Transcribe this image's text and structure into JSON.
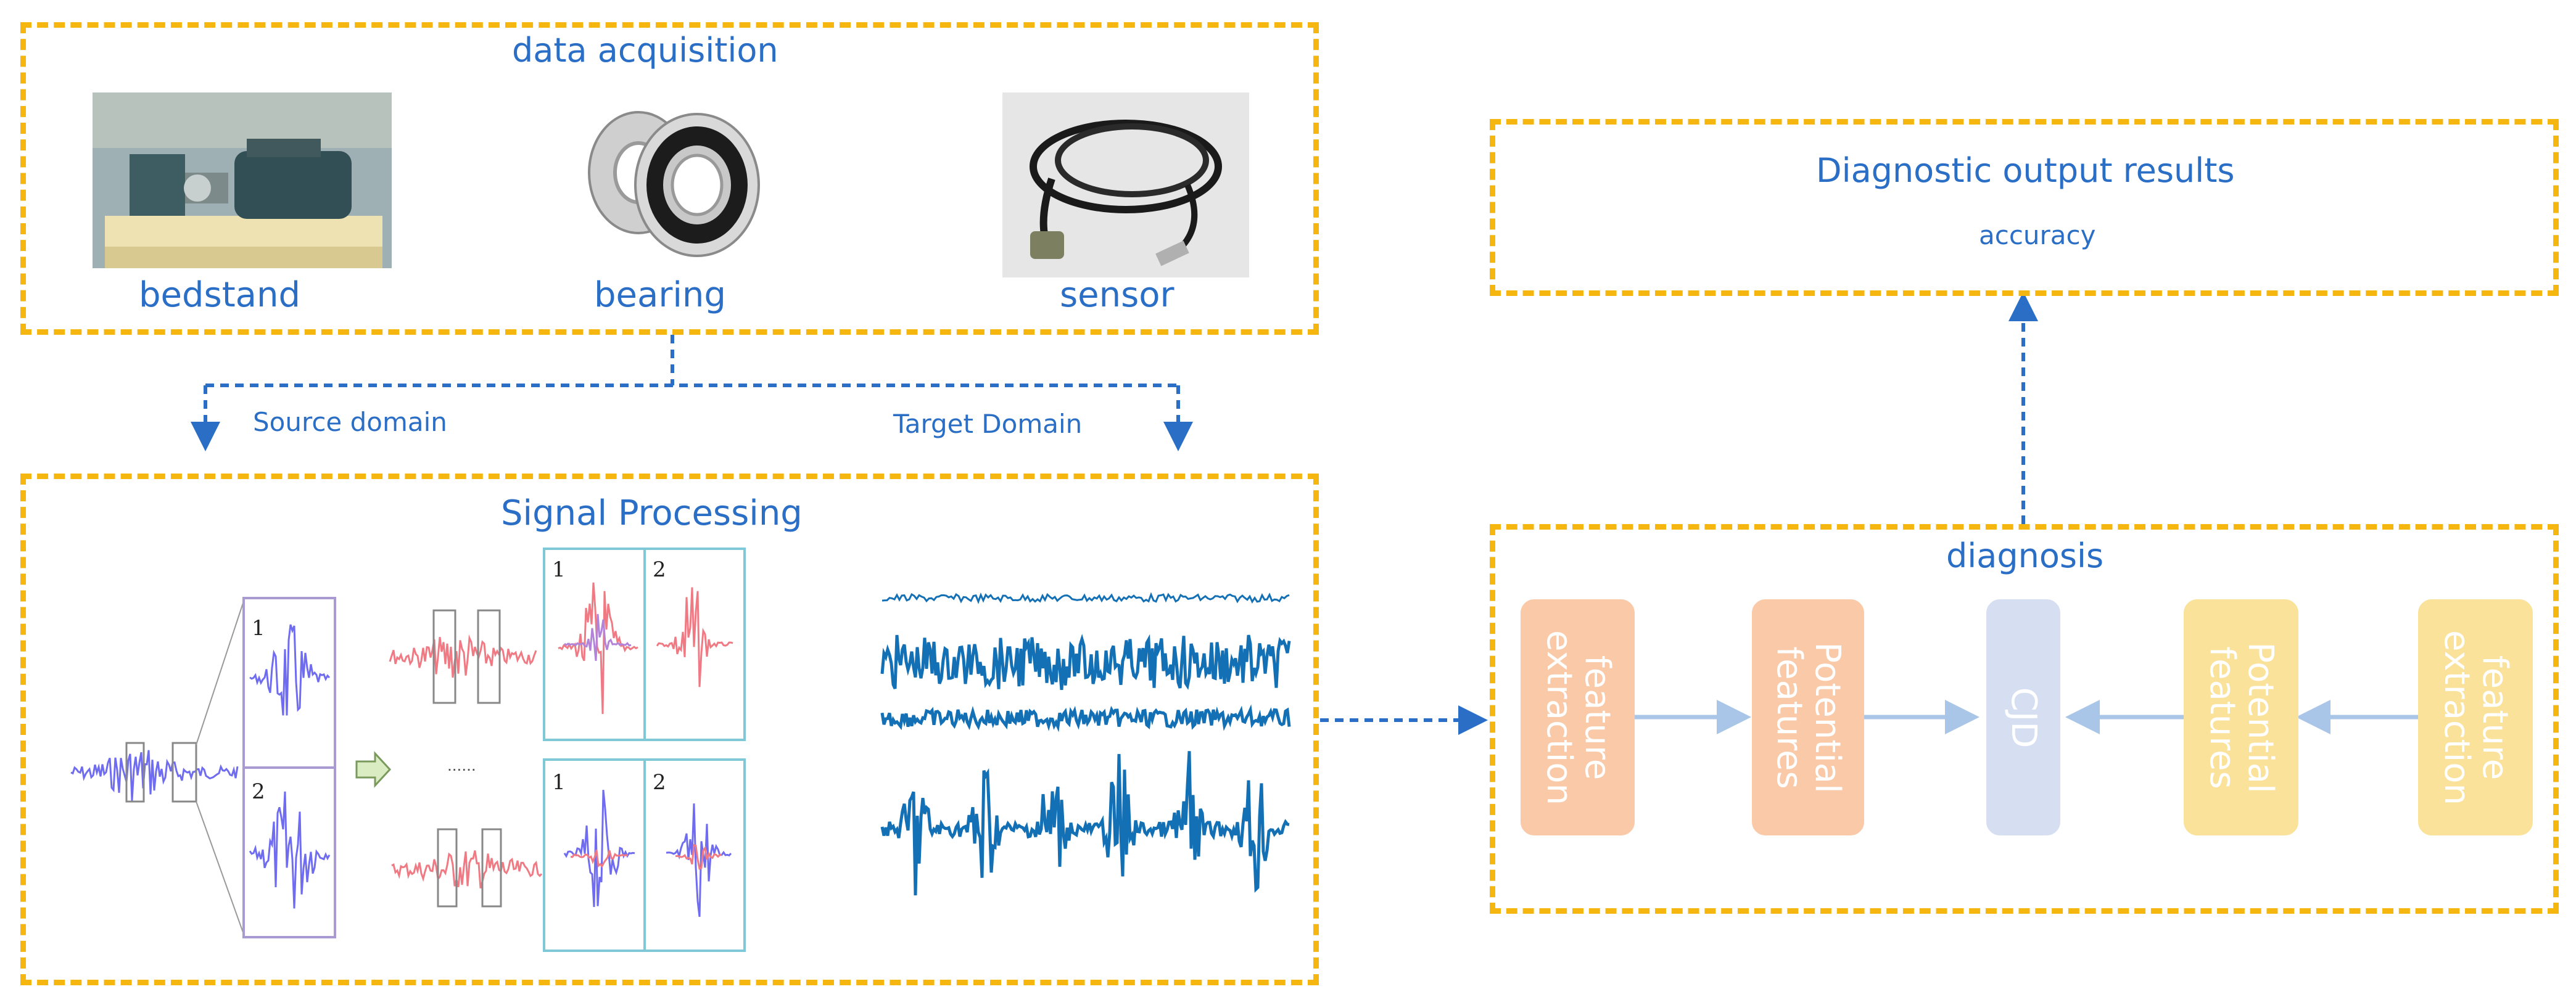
{
  "data_acquisition": {
    "title": "data acquisition",
    "items": [
      {
        "label": "bedstand",
        "image": "test-bench-photo"
      },
      {
        "label": "bearing",
        "image": "bearing-photo"
      },
      {
        "label": "sensor",
        "image": "sensor-cable-photo"
      }
    ]
  },
  "domains": {
    "source": "Source domain",
    "target": "Target Domain"
  },
  "signal_processing": {
    "title": "Signal Processing",
    "segment_numbers": [
      "1",
      "2"
    ],
    "ellipsis": "......"
  },
  "diagnosis": {
    "title": "diagnosis",
    "blocks": [
      {
        "label": "feature\nextraction",
        "color": "#f9c9a8"
      },
      {
        "label": "Potential\nfeatures",
        "color": "#f9c9a8"
      },
      {
        "label": "CJD",
        "color": "#d6dff2"
      },
      {
        "label": "Potential\nfeatures",
        "color": "#fbe29a"
      },
      {
        "label": "feature\nextraction",
        "color": "#fbe29a"
      }
    ]
  },
  "output": {
    "title": "Diagnostic output results",
    "subtitle": "accuracy"
  },
  "colors": {
    "border": "#f5b70f",
    "text": "#2a6ec6",
    "arrow": "#2a6ec6",
    "flow_arrow": "#a9c6e8",
    "waveform": "#1470b5",
    "signal_blue": "#6f6cf0",
    "signal_red": "#f07a84"
  }
}
